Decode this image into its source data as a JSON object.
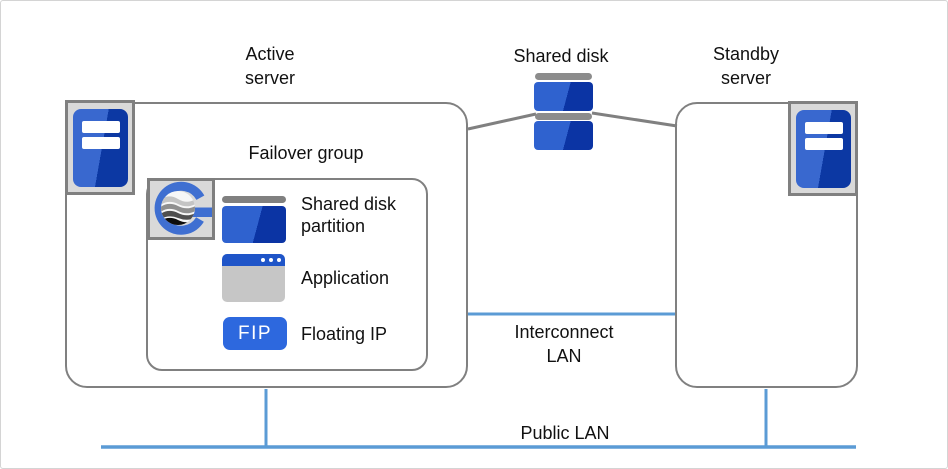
{
  "diagram": {
    "active_server": {
      "label": "Active\nserver"
    },
    "standby_server": {
      "label": "Standby\nserver"
    },
    "shared_disk": {
      "label": "Shared disk"
    },
    "failover_group": {
      "label": "Failover group",
      "items": [
        {
          "name": "shared-disk-partition",
          "label": "Shared disk\npartition"
        },
        {
          "name": "application",
          "label": "Application"
        },
        {
          "name": "floating-ip",
          "badge": "FIP",
          "label": "Floating IP"
        }
      ]
    },
    "networks": {
      "interconnect": {
        "label": "Interconnect\nLAN"
      },
      "public": {
        "label": "Public LAN"
      }
    },
    "colors": {
      "box_border": "#808080",
      "lan_line": "#5b9bd5",
      "icon_blue": "#2f62cf",
      "icon_blue_dark": "#0c38a3",
      "fip_blue": "#2d68de",
      "app_titlebar_blue": "#1f55c8",
      "icon_frame_gray": "#d9d9d9",
      "disk_bar_gray": "#8c8c8c",
      "logo_blue": "#3f6fd1"
    }
  }
}
